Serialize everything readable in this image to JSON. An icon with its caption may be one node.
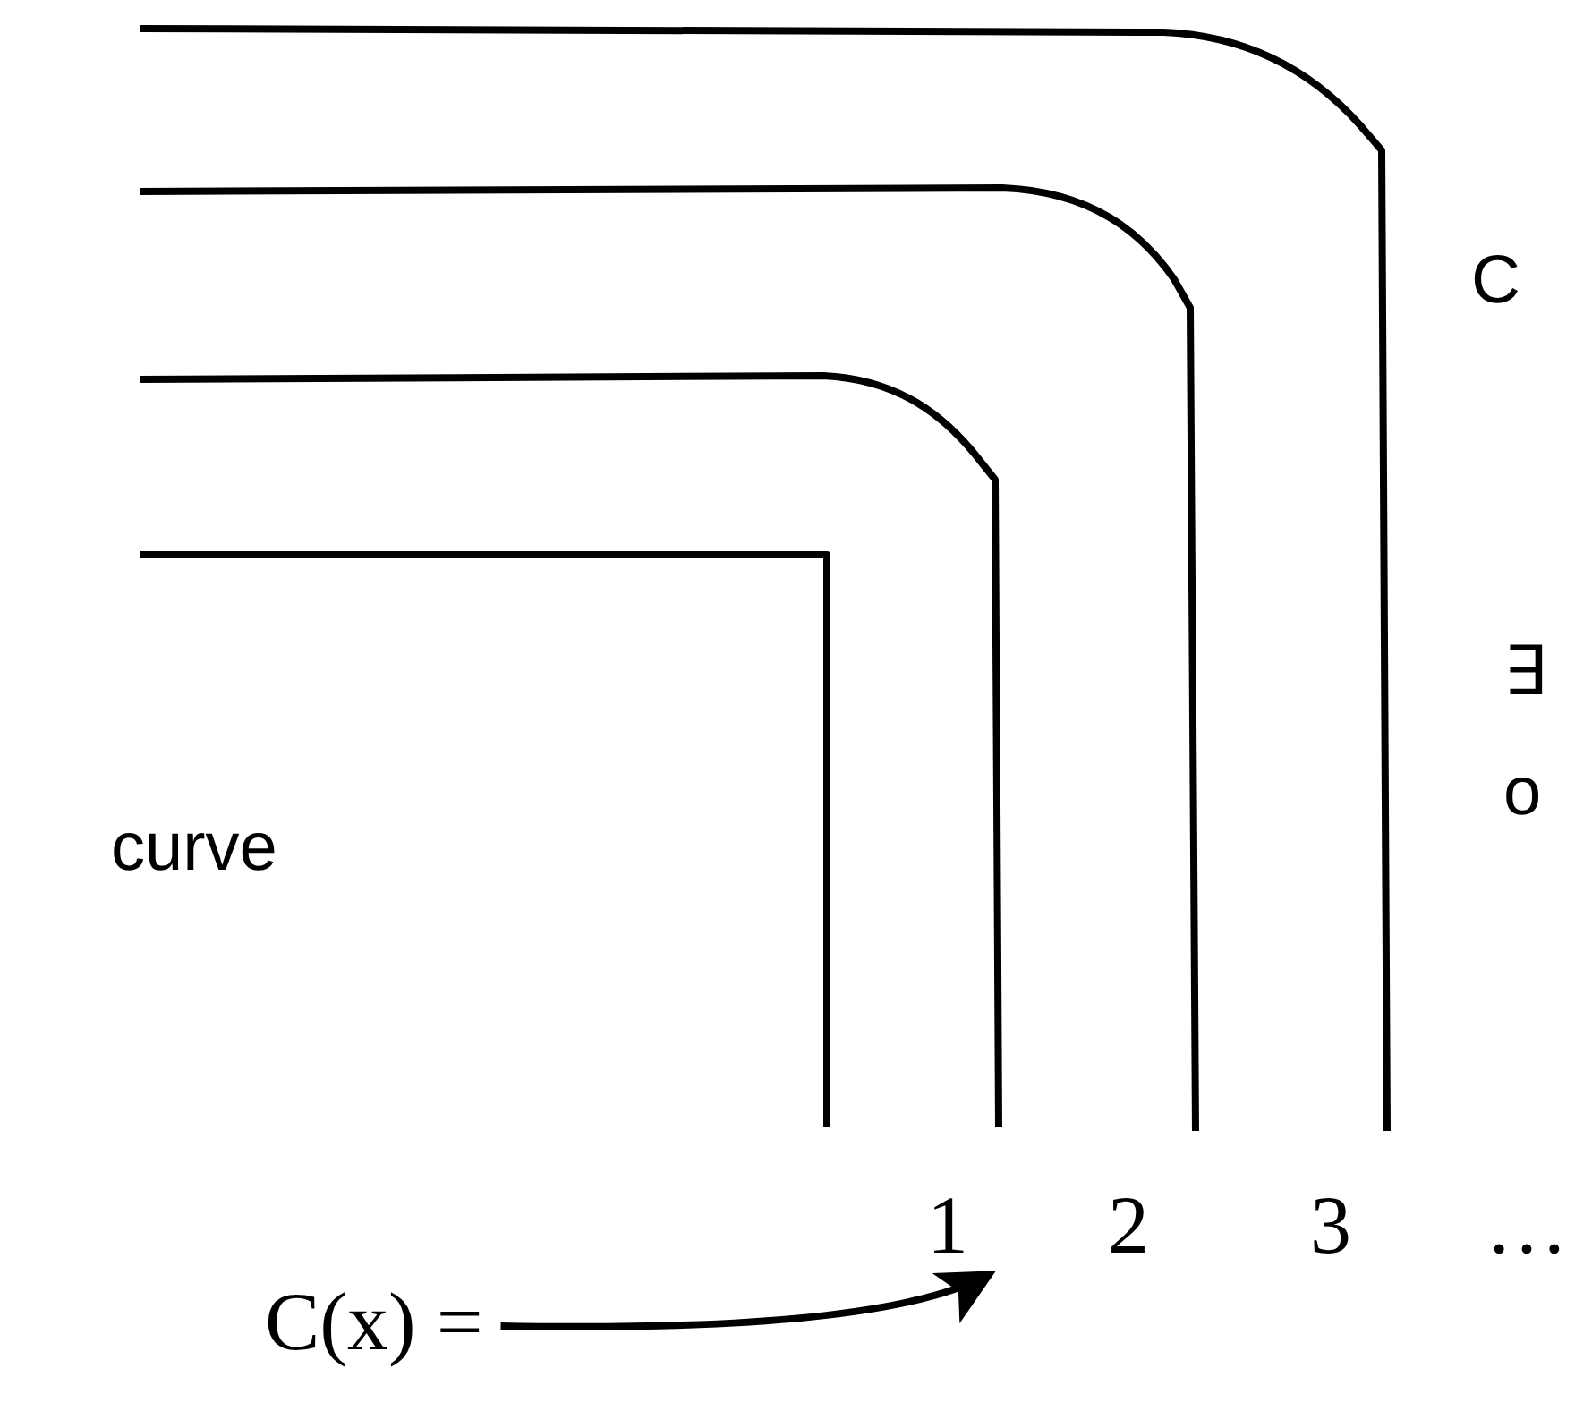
{
  "diagram": {
    "nodes": [
      {
        "text": [
          "C(x) ="
        ]
      },
      {
        "text": [
          "1"
        ]
      }
    ],
    "edges": [
      {
        "from": 0,
        "to": 1,
        "arrow": "to"
      }
    ],
    "labels": [
      "C",
      "∃",
      "o",
      "curve",
      "2",
      "3",
      "…"
    ]
  }
}
